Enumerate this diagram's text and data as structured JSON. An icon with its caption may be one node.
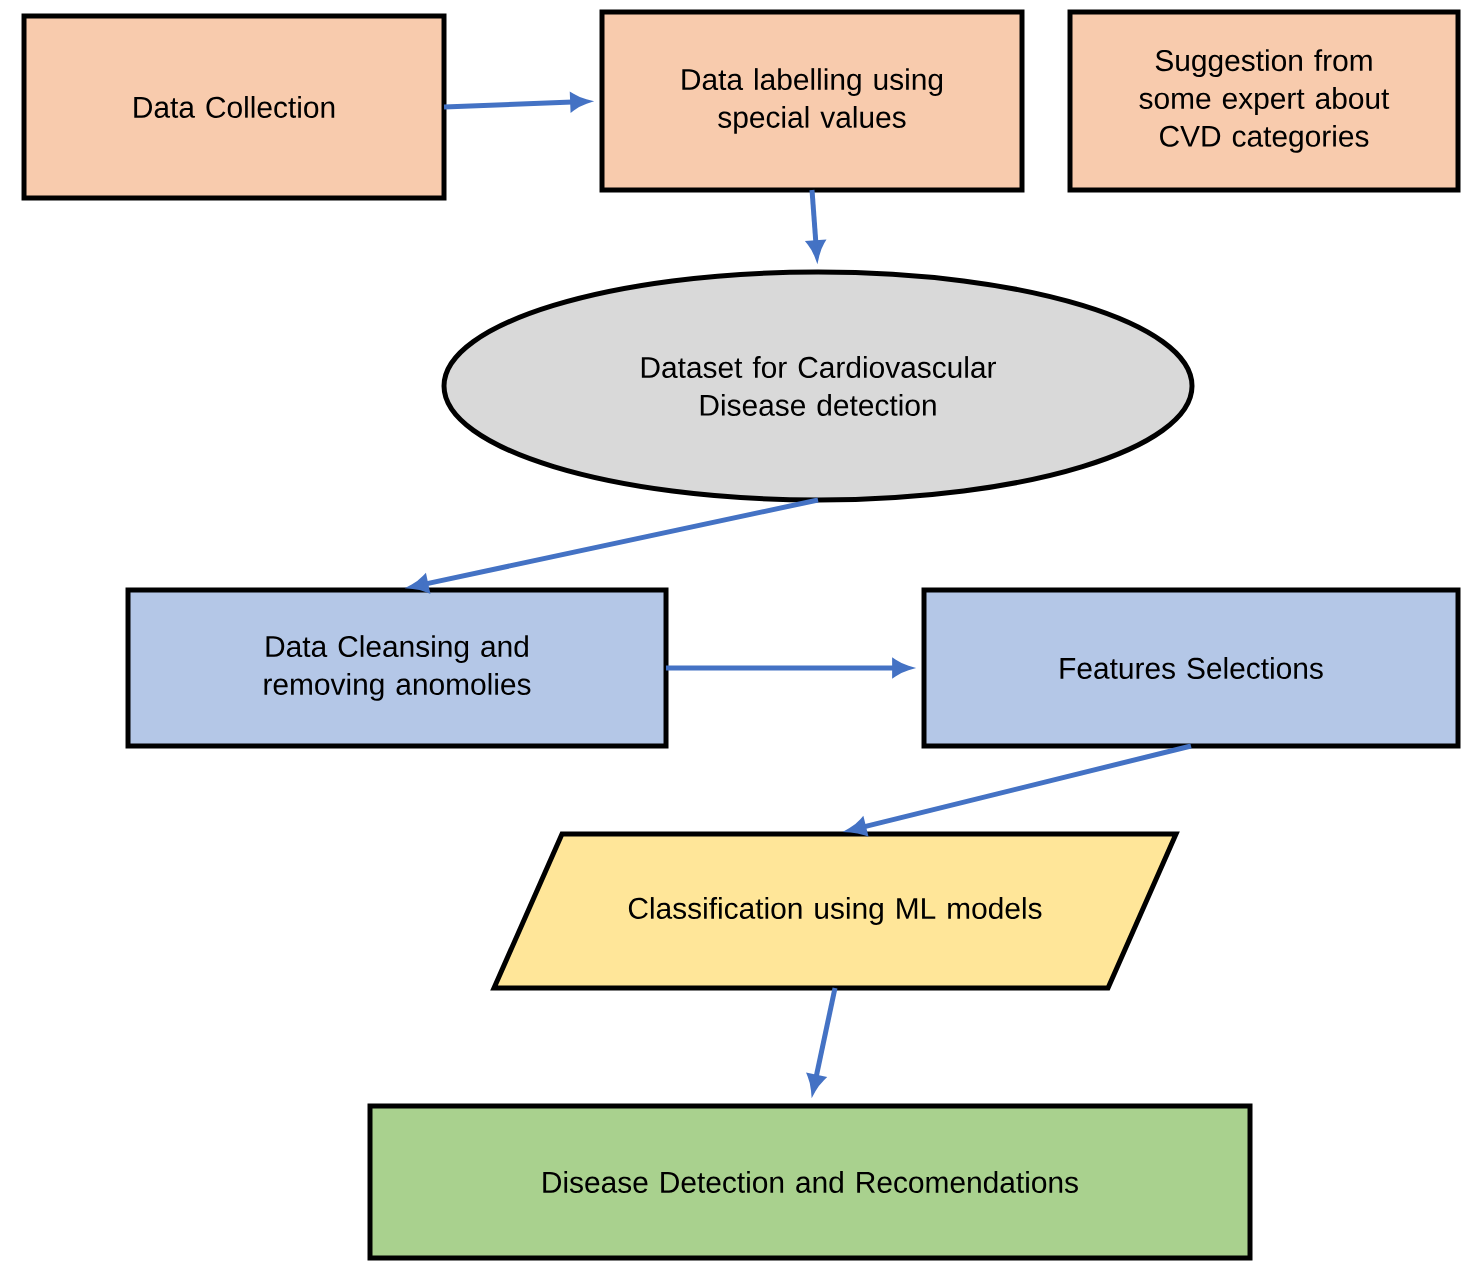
{
  "diagram": {
    "nodes": [
      {
        "text": [
          "Data Collection"
        ]
      },
      {
        "text": [
          "Data labelling using special values"
        ]
      },
      {
        "text": [
          "Suggestion from some expert about CVD categories"
        ]
      },
      {
        "text": [
          "Dataset for Cardiovascular Disease detection"
        ]
      },
      {
        "text": [
          "Data Cleansing and removing anomolies"
        ]
      },
      {
        "text": [
          "Features Selections"
        ]
      },
      {
        "text": [
          "Classification using ML models"
        ]
      },
      {
        "text": [
          "Disease Detection and Recomendations"
        ]
      }
    ],
    "edges": [
      {
        "from": 0,
        "to": 1,
        "arrow": "to"
      },
      {
        "from": 1,
        "to": 3,
        "arrow": "to"
      },
      {
        "from": 3,
        "to": 4,
        "arrow": "to"
      },
      {
        "from": 4,
        "to": 5,
        "arrow": "to"
      },
      {
        "from": 5,
        "to": 6,
        "arrow": "to"
      },
      {
        "from": 6,
        "to": 7,
        "arrow": "to"
      }
    ]
  }
}
